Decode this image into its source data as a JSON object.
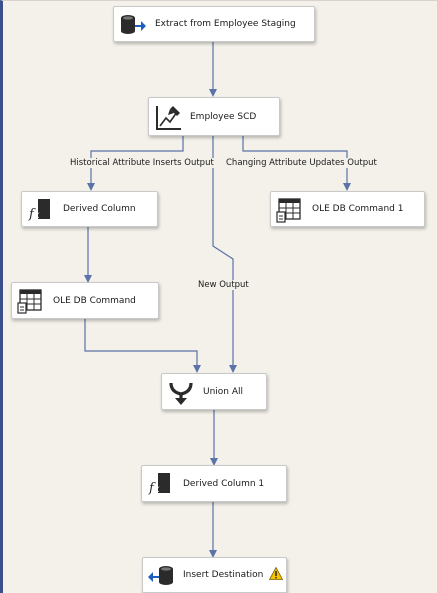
{
  "components": {
    "extract": {
      "label": "Extract from Employee Staging",
      "icon": "ole-db-source-icon"
    },
    "scd": {
      "label": "Employee SCD",
      "icon": "slowly-changing-dimension-icon"
    },
    "derived_column": {
      "label": "Derived Column",
      "icon": "derived-column-icon"
    },
    "ole_db_command_1": {
      "label": "OLE DB Command 1",
      "icon": "ole-db-command-icon"
    },
    "ole_db_command": {
      "label": "OLE DB Command",
      "icon": "ole-db-command-icon"
    },
    "union_all": {
      "label": "Union All",
      "icon": "union-all-icon"
    },
    "derived_column_1": {
      "label": "Derived Column 1",
      "icon": "derived-column-icon"
    },
    "insert_destination": {
      "label": "Insert Destination",
      "icon": "ole-db-destination-icon",
      "status": "warning"
    }
  },
  "paths": {
    "historical": "Historical Attribute Inserts Output",
    "changing": "Changing Attribute Updates Output",
    "new_output": "New Output"
  },
  "colors": {
    "canvas": "#f4f1ea",
    "connector": "#5b73a8",
    "left_edge": "#3d4f8a",
    "warning": "#f5c400"
  }
}
